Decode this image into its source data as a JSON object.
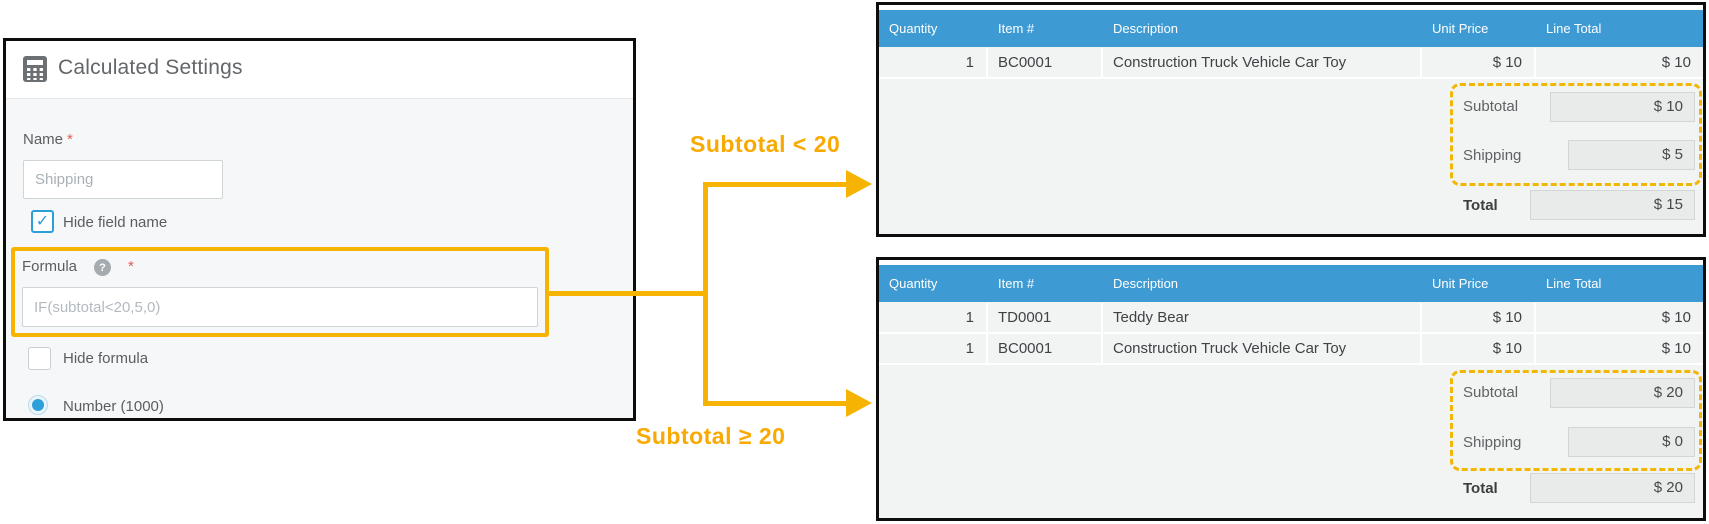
{
  "panel": {
    "title": "Calculated Settings",
    "name_label": "Name",
    "required_marker": "*",
    "name_placeholder": "Shipping",
    "hide_field_name_label": "Hide field name",
    "hide_field_name_checked": true,
    "formula_label": "Formula",
    "formula_value": "IF(subtotal<20,5,0)",
    "hide_formula_label": "Hide formula",
    "hide_formula_checked": false,
    "number_option_label": "Number (1000)"
  },
  "icons": {
    "help_glyph": "?",
    "check_glyph": "✓"
  },
  "annotations": {
    "condition_low": "Subtotal < 20",
    "condition_high": "Subtotal ≥ 20",
    "accent_color": "#f7b301",
    "label_color": "#f8a902"
  },
  "tables": {
    "columns": [
      "Quantity",
      "Item #",
      "Description",
      "Unit Price",
      "Line Total"
    ],
    "header_color": "#3e9ad2",
    "top": {
      "rows": [
        [
          "1",
          "BC0001",
          "Construction Truck Vehicle Car Toy",
          "$ 10",
          "$ 10"
        ]
      ],
      "subtotal_label": "Subtotal",
      "subtotal_value": "$ 10",
      "shipping_label": "Shipping",
      "shipping_value": "$ 5",
      "total_label": "Total",
      "total_value": "$ 15"
    },
    "bottom": {
      "rows": [
        [
          "1",
          "TD0001",
          "Teddy Bear",
          "$ 10",
          "$ 10"
        ],
        [
          "1",
          "BC0001",
          "Construction Truck Vehicle Car Toy",
          "$ 10",
          "$ 10"
        ]
      ],
      "subtotal_label": "Subtotal",
      "subtotal_value": "$ 20",
      "shipping_label": "Shipping",
      "shipping_value": "$ 0",
      "total_label": "Total",
      "total_value": "$ 20"
    }
  }
}
